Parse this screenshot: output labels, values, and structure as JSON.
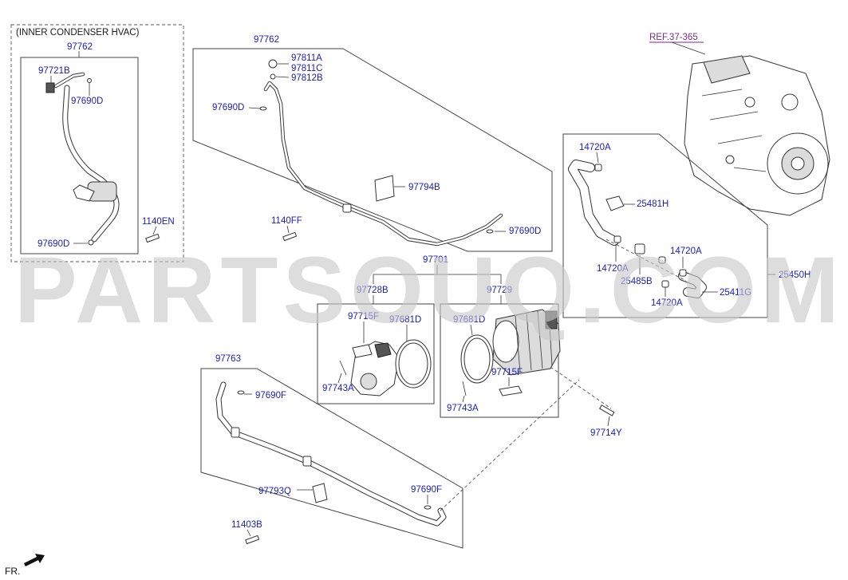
{
  "watermark": "PARTSOUQ.COM",
  "front_indicator": "FR.",
  "reference": "REF.37-365",
  "inner_condenser_group": {
    "heading": "(INNER CONDENSER HVAC)",
    "part": "97762",
    "labels": [
      "97721B",
      "97690D",
      "97690D",
      "1140EN"
    ]
  },
  "discharge_hose_group": {
    "part": "97762",
    "labels": [
      "97811A",
      "97811C",
      "97812B",
      "97690D",
      "97794B",
      "1140FF",
      "97690D"
    ]
  },
  "compressor_assembly": {
    "part": "97701",
    "sub_left": "97728B",
    "sub_right": "97729",
    "left_labels": [
      "97715F",
      "97681D",
      "97743A"
    ],
    "right_labels": [
      "97681D",
      "97715F",
      "97743A"
    ],
    "bolt": "97714Y"
  },
  "suction_hose_group": {
    "part": "97763",
    "labels": [
      "97690F",
      "97793Q",
      "97690F",
      "11403B"
    ]
  },
  "cooling_hose_group": {
    "part": "25450H",
    "labels": [
      "14720A",
      "25481H",
      "14720A",
      "25485B",
      "14720A",
      "25411G",
      "14720A"
    ]
  },
  "icons": [
    "front-arrow-icon",
    "ac-compressor-icon",
    "drive-unit-icon"
  ]
}
